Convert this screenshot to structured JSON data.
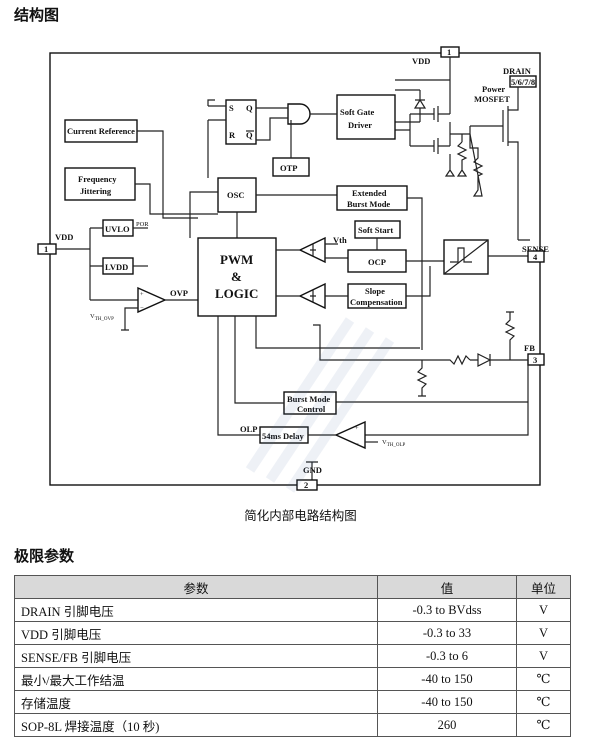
{
  "section_structure": "结构图",
  "caption": "简化内部电路结构图",
  "section_limits": "极限参数",
  "diagram": {
    "blocks": {
      "current_reference": "Current Reference",
      "frequency_jittering_1": "Frequency",
      "frequency_jittering_2": "Jittering",
      "uvlo": "UVLO",
      "lvdd": "LVDD",
      "osc": "OSC",
      "pwm_1": "PWM",
      "pwm_2": "&",
      "pwm_3": "LOGIC",
      "soft_gate_1": "Soft Gate",
      "soft_gate_2": "Driver",
      "otp": "OTP",
      "extended_burst_1": "Extended",
      "extended_burst_2": "Burst Mode",
      "soft_start": "Soft Start",
      "ocp": "OCP",
      "slope_1": "Slope",
      "slope_2": "Compensation",
      "burst_control_1": "Burst Mode",
      "burst_control_2": "Control",
      "delay": "54ms Delay"
    },
    "labels": {
      "vdd_top": "VDD",
      "drain": "DRAIN",
      "drain_pins": "5/6/7/8",
      "power_mosfet_1": "Power",
      "power_mosfet_2": "MOSFET",
      "vdd_left": "VDD",
      "por": "POR",
      "ovp": "OVP",
      "vth_ovp": "V",
      "vth_ovp_sub": "TH_OVP",
      "vth": "Vth",
      "sense": "SENSE",
      "fb": "FB",
      "olp": "OLP",
      "vth_olp": "V",
      "vth_olp_sub": "TH_OLP",
      "gnd": "GND",
      "ff_s": "S",
      "ff_r": "R",
      "ff_q": "Q",
      "ff_qbar": "Q"
    },
    "pins": {
      "p1_top": "1",
      "p1_left": "1",
      "p2": "2",
      "p3": "3",
      "p4": "4"
    }
  },
  "limits_table": {
    "headers": [
      "参数",
      "值",
      "单位"
    ],
    "rows": [
      [
        "DRAIN 引脚电压",
        "-0.3 to BVdss",
        "V"
      ],
      [
        "VDD 引脚电压",
        "-0.3 to 33",
        "V"
      ],
      [
        "SENSE/FB 引脚电压",
        "-0.3 to 6",
        "V"
      ],
      [
        "最小/最大工作结温",
        "-40 to 150",
        "℃"
      ],
      [
        "存储温度",
        "-40 to 150",
        "℃"
      ],
      [
        "SOP-8L 焊接温度（10 秒)",
        "260",
        "℃"
      ]
    ]
  }
}
